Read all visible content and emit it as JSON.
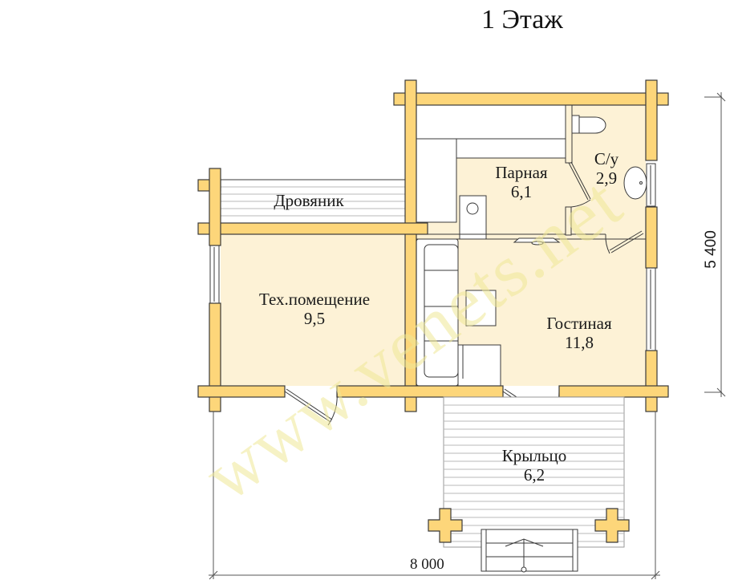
{
  "title": "1 Этаж",
  "rooms": [
    {
      "id": "drovyanik",
      "name": "Дровяник",
      "area": ""
    },
    {
      "id": "tech",
      "name": "Тех.помещение",
      "area": "9,5"
    },
    {
      "id": "parnaya",
      "name": "Парная",
      "area": "6,1"
    },
    {
      "id": "su",
      "name": "С/у",
      "area": "2,9"
    },
    {
      "id": "gostinaya",
      "name": "Гостиная",
      "area": "11,8"
    },
    {
      "id": "kryltso",
      "name": "Крыльцо",
      "area": "6,2"
    }
  ],
  "dimensions": {
    "width": "8 000",
    "height": "5 400"
  },
  "watermark": "www.venets.net",
  "colors": {
    "wall": "#fdd67a",
    "wall_stroke": "#3a3a3a",
    "room_fill": "#fdf2d6",
    "deck_line": "#b8b8b8",
    "watermark": "#efe9a0"
  }
}
